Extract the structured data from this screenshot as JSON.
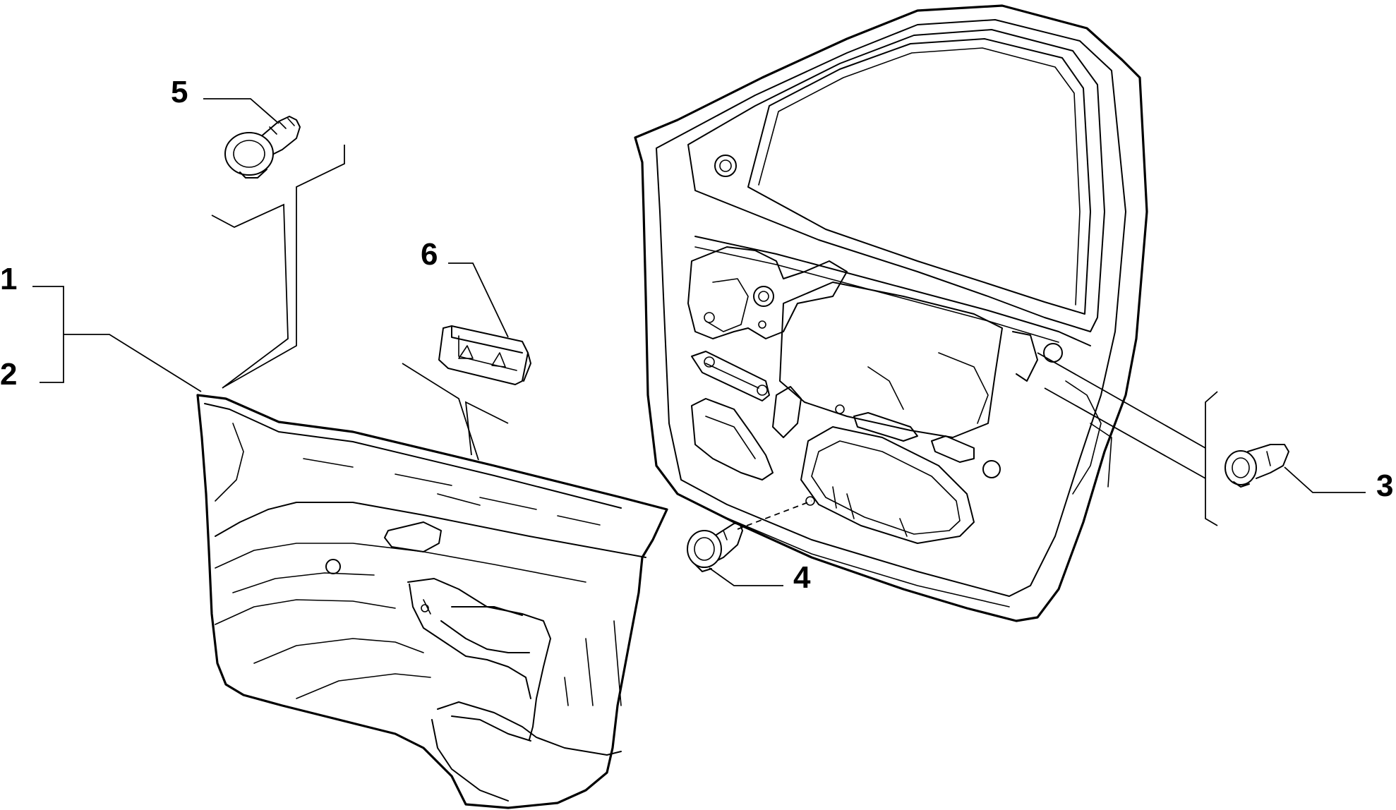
{
  "colors": {
    "line": "#000000",
    "background": "#ffffff"
  },
  "callouts": {
    "c1": "1",
    "c2": "2",
    "c3": "3",
    "c4": "4",
    "c5": "5",
    "c6": "6"
  }
}
